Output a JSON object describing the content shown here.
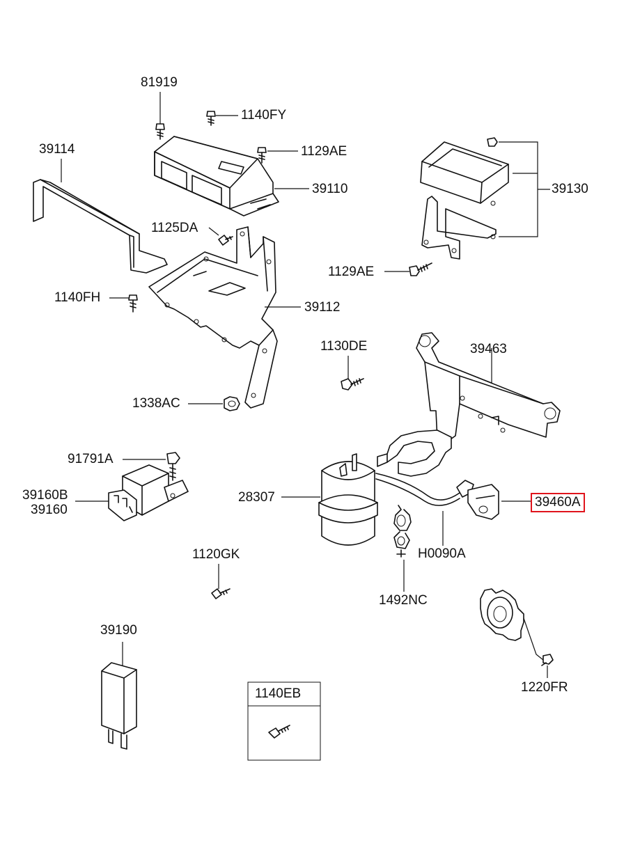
{
  "diagram": {
    "highlight_color": "#e0141c",
    "labels": {
      "p81919": "81919",
      "p1140FY": "1140FY",
      "p39114": "39114",
      "p1129AE_a": "1129AE",
      "p39110": "39110",
      "p39130": "39130",
      "p1125DA": "1125DA",
      "p1129AE_b": "1129AE",
      "p1140FH": "1140FH",
      "p39112": "39112",
      "p1130DE": "1130DE",
      "p39463": "39463",
      "p1338AC": "1338AC",
      "p91791A": "91791A",
      "p39160B": "39160B",
      "p39160": "39160",
      "p28307": "28307",
      "p39460A": "39460A",
      "pH0090A": "H0090A",
      "p1120GK": "1120GK",
      "p1492NC": "1492NC",
      "p39190": "39190",
      "p1140EB": "1140EB",
      "p1220FR": "1220FR"
    }
  }
}
